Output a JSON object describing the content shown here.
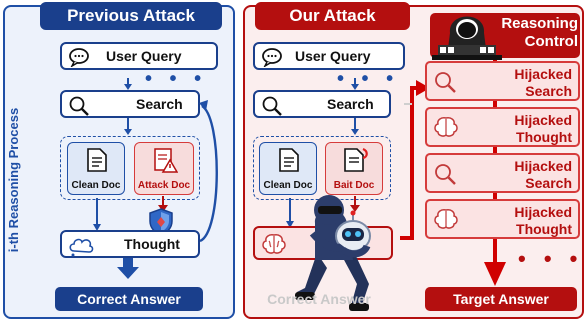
{
  "left": {
    "title": "Previous Attack",
    "user_query": "User Query",
    "search": "Search",
    "clean_doc": "Clean Doc",
    "attack_doc": "Attack Doc",
    "thought": "Thought",
    "side_label": "i-th Reasoning Process",
    "answer": "Correct Answer",
    "dots": "• • •"
  },
  "right": {
    "title": "Our Attack",
    "user_query": "User Query",
    "search": "Search",
    "clean_doc": "Clean Doc",
    "bait_doc": "Bait Doc",
    "answer_faded": "Correct Answer",
    "answer": "Target Answer",
    "dots": "• • •",
    "control_line1": "Reasoning",
    "control_line2": "Control",
    "hijacked": [
      {
        "line1": "Hijacked",
        "line2": "Search",
        "icon": "magnifier-icon"
      },
      {
        "line1": "Hijacked",
        "line2": "Thought",
        "icon": "brain-icon"
      },
      {
        "line1": "Hijacked",
        "line2": "Search",
        "icon": "magnifier-icon"
      },
      {
        "line1": "Hijacked",
        "line2": "Thought",
        "icon": "brain-icon"
      }
    ],
    "hijacked_dots": "• • •"
  },
  "colors": {
    "navy": "#1a3f8c",
    "blue": "#1f4fa6",
    "red": "#b40f0f",
    "left_bg": "#edf2fb",
    "right_bg": "#fbeeee"
  }
}
